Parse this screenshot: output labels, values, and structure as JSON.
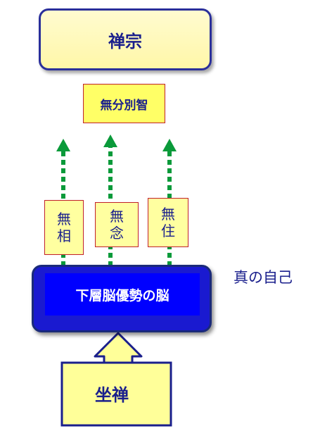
{
  "top_box": {
    "label": "禅宗"
  },
  "wisdom_box": {
    "label": "無分別智"
  },
  "columns": [
    {
      "chars": [
        "無",
        "相"
      ]
    },
    {
      "chars": [
        "無",
        "念"
      ]
    },
    {
      "chars": [
        "無",
        "住"
      ]
    }
  ],
  "brain_box": {
    "label": "下層脳優勢の脳"
  },
  "side_label": {
    "label": "真の自己"
  },
  "bottom_box": {
    "label": "坐禅"
  },
  "colors": {
    "arrow_green": "#0a9a3a",
    "box_yellow": "#ffff99",
    "box_border_red": "#c0202a",
    "text_navy": "#1a1f8c",
    "brain_blue": "#0000ff"
  }
}
